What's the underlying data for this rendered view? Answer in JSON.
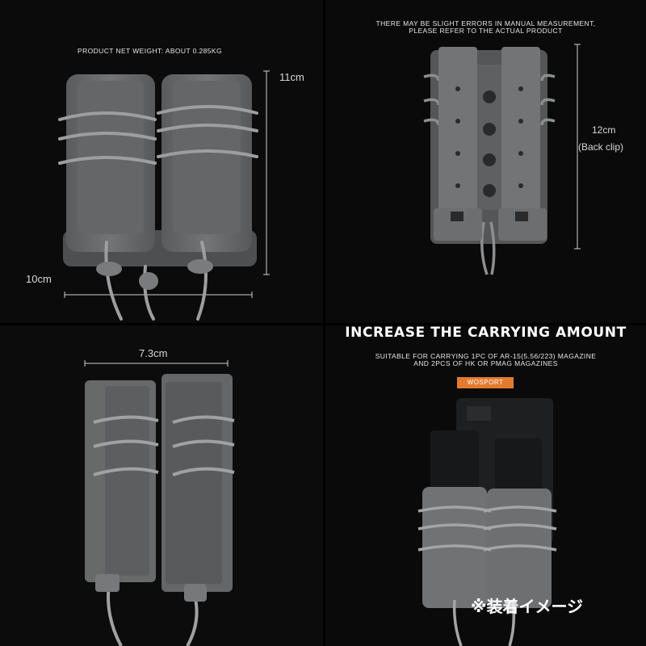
{
  "top_left": {
    "weight_text": "PRODUCT NET WEIGHT: ABOUT 0.285KG",
    "height_text": "11cm",
    "width_text": "10cm"
  },
  "top_right": {
    "note_line1": "THERE MAY BE SLIGHT ERRORS IN MANUAL MEASUREMENT,",
    "note_line2": "PLEASE REFER TO THE ACTUAL PRODUCT",
    "height_text": "12cm",
    "height_caption": "(Back clip)"
  },
  "bottom_left": {
    "width_text": "7.3cm"
  },
  "bottom_right": {
    "headline": "INCREASE THE CARRYING AMOUNT",
    "suitable_line1": "SUITABLE FOR CARRYING 1PC OF AR-15(5.56/223) MAGAZINE",
    "suitable_line2": "AND 2PCS OF HK OR PMAG MAGAZINES",
    "brand": "WOSPORT",
    "illustration_note": "※装着イメージ"
  },
  "colors": {
    "pouch_gray": "#6a6b6c",
    "pouch_light": "#8a8b8c",
    "background": "#0a0a0a",
    "brand_orange": "#e47a2e"
  }
}
